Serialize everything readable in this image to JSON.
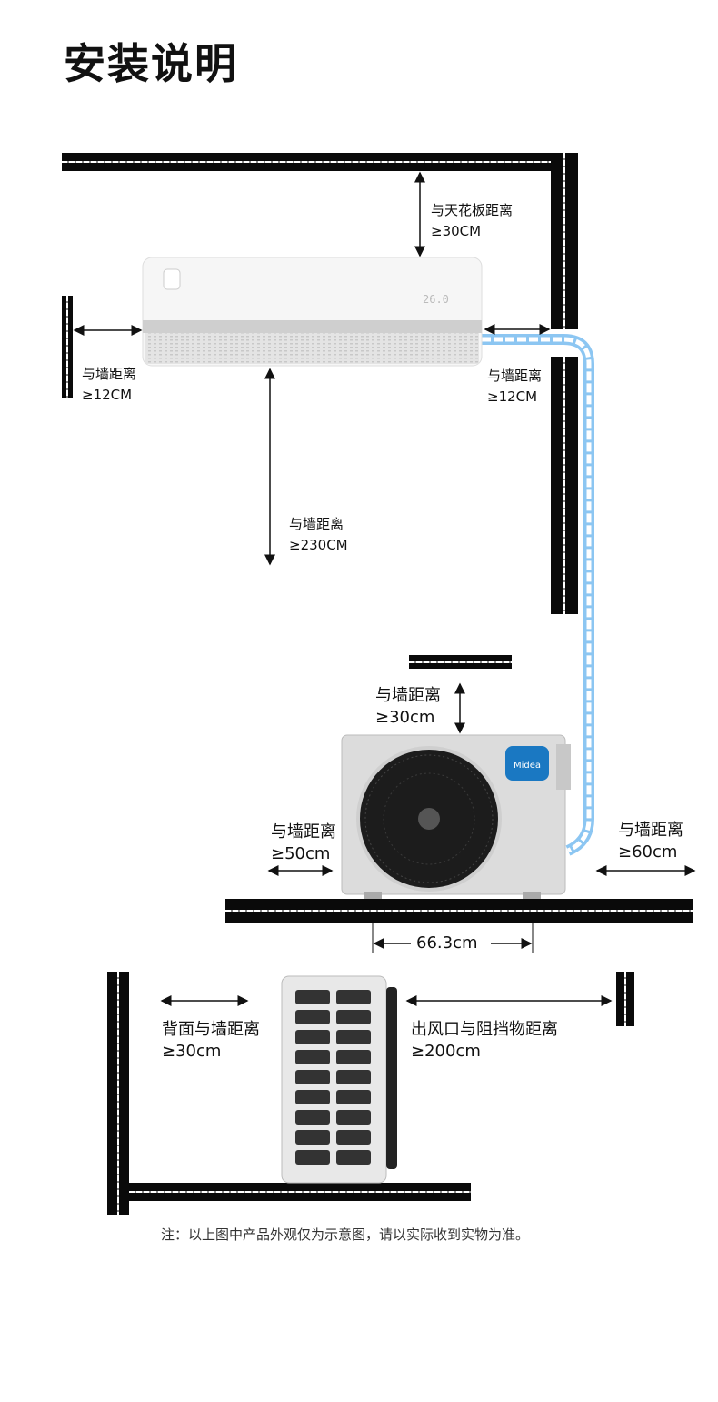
{
  "title": "安装说明",
  "indoor": {
    "ceiling": {
      "label": "与天花板距离",
      "value": "≥30CM"
    },
    "left": {
      "label": "与墙距离",
      "value": "≥12CM"
    },
    "right": {
      "label": "与墙距离",
      "value": "≥12CM"
    },
    "below": {
      "label": "与墙距离",
      "value": "≥230CM"
    },
    "display": "26.0"
  },
  "outdoor": {
    "top": {
      "label": "与墙距离",
      "value": "≥30cm"
    },
    "left": {
      "label": "与墙距离",
      "value": "≥50cm"
    },
    "right": {
      "label": "与墙距离",
      "value": "≥60cm"
    },
    "width": "66.3cm",
    "brand": "Midea"
  },
  "side": {
    "back": {
      "label": "背面与墙距离",
      "value": "≥30cm"
    },
    "outlet": {
      "label": "出风口与阻挡物距离",
      "value": "≥200cm"
    }
  },
  "note": "注：以上图中产品外观仅为示意图，请以实际收到实物为准。",
  "colors": {
    "pipe": "#7fbdf0",
    "brand": "#1a78c2"
  }
}
